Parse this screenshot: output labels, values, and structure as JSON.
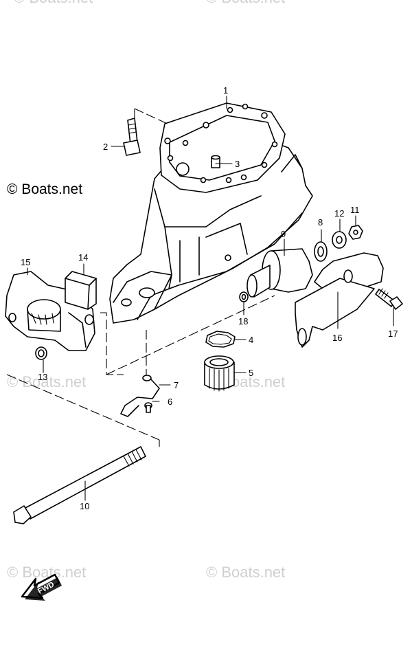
{
  "watermark": {
    "copyright_main": "© Boats.net",
    "faded_text": "© Boats.net"
  },
  "fwd_arrow_label": "FWD",
  "callouts": [
    {
      "id": "1",
      "text": "1"
    },
    {
      "id": "2",
      "text": "2"
    },
    {
      "id": "3",
      "text": "3"
    },
    {
      "id": "4",
      "text": "4"
    },
    {
      "id": "5",
      "text": "5"
    },
    {
      "id": "6",
      "text": "6"
    },
    {
      "id": "7",
      "text": "7"
    },
    {
      "id": "8",
      "text": "8"
    },
    {
      "id": "9",
      "text": "9"
    },
    {
      "id": "10",
      "text": "10"
    },
    {
      "id": "11",
      "text": "11"
    },
    {
      "id": "12",
      "text": "12"
    },
    {
      "id": "13",
      "text": "13"
    },
    {
      "id": "14",
      "text": "14"
    },
    {
      "id": "15",
      "text": "15"
    },
    {
      "id": "16",
      "text": "16"
    },
    {
      "id": "17",
      "text": "17"
    },
    {
      "id": "18",
      "text": "18"
    }
  ]
}
